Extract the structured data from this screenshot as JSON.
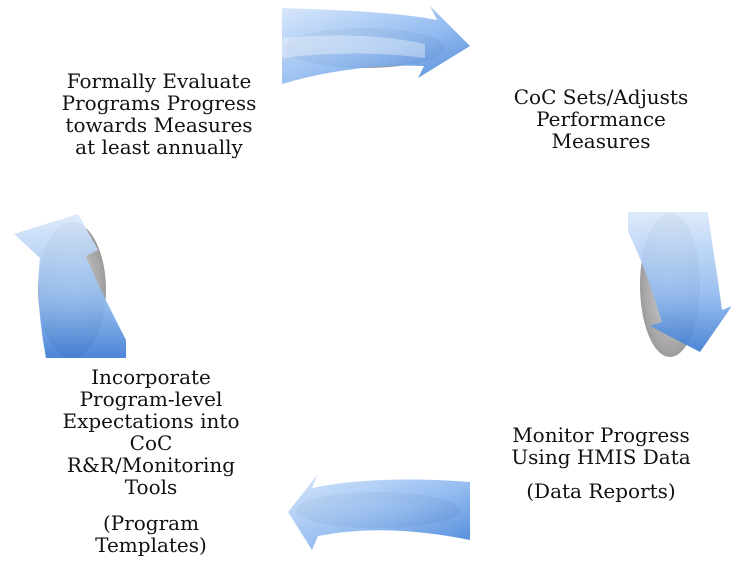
{
  "diagram": {
    "nodes": [
      {
        "id": "evaluate",
        "text": "Formally Evaluate\nPrograms Progress\ntowards  Measures\nat least annually"
      },
      {
        "id": "measures",
        "text": "CoC Sets/Adjusts\nPerformance\nMeasures"
      },
      {
        "id": "monitor",
        "text": "Monitor Progress\nUsing HMIS Data",
        "subtext": "(Data Reports)"
      },
      {
        "id": "incorporate",
        "text": "Incorporate\nProgram-level\nExpectations into\nCoC\nR&R/Monitoring\nTools",
        "subtext": "(Program\nTemplates)"
      }
    ],
    "arrow_colors": {
      "light": "#a9c9f3",
      "dark": "#4a86d8",
      "shadow": "#9a9a9a"
    }
  }
}
